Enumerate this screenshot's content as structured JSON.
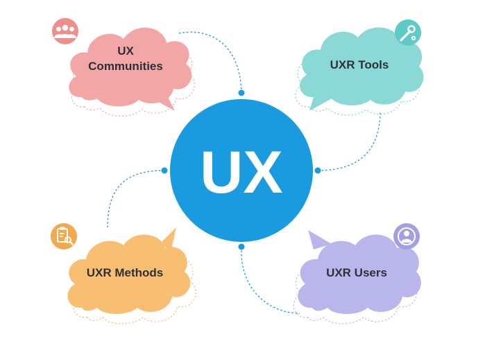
{
  "center": {
    "label": "UX",
    "color": "#1a9be0"
  },
  "nodes": [
    {
      "id": "communities",
      "line1": "UX",
      "line2": "Communities",
      "color": "#f2a7a6",
      "accent": "#ee8f8e",
      "icon": "people-group-icon"
    },
    {
      "id": "tools",
      "line1": "UXR Tools",
      "color": "#8ad9d6",
      "accent": "#5fcac6",
      "icon": "wrench-gear-icon"
    },
    {
      "id": "methods",
      "line1": "UXR Methods",
      "color": "#f8bf72",
      "accent": "#f2a84d",
      "icon": "clipboard-search-icon"
    },
    {
      "id": "users",
      "line1": "UXR Users",
      "color": "#b9b6ec",
      "accent": "#a29fe3",
      "icon": "user-profile-icon"
    }
  ],
  "connector_color": "#1a9be0"
}
